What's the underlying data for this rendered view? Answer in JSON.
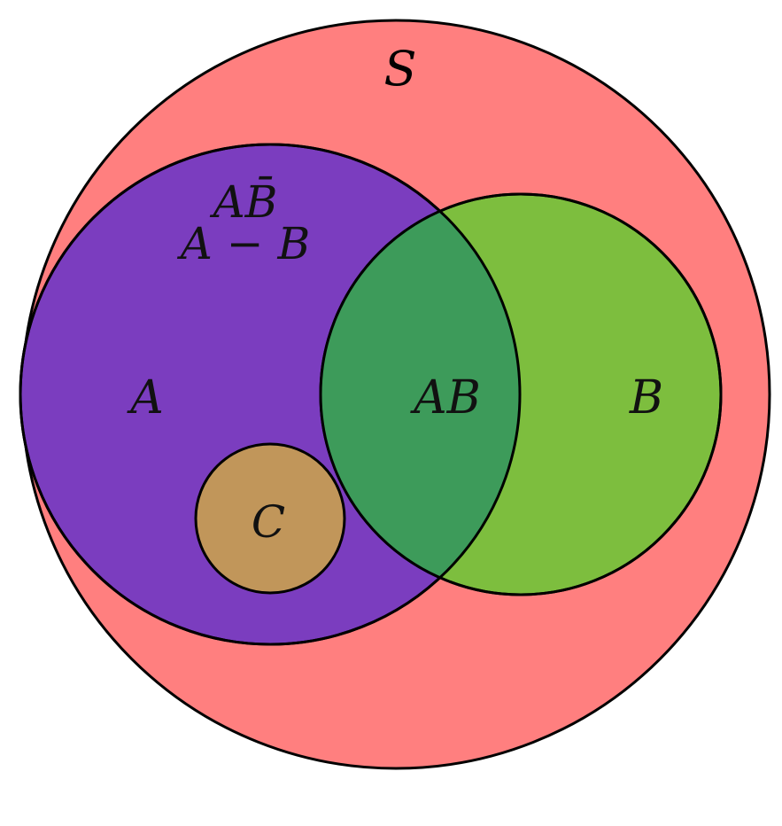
{
  "diagram": {
    "labels": {
      "universe": "S",
      "a_not_b": "AB̄",
      "a_minus_b": "A − B",
      "set_a": "A",
      "intersection_ab": "AB",
      "set_b": "B",
      "set_c": "C"
    },
    "colors": {
      "universe_fill": "#FF7F7F",
      "set_a_fill": "#7B3DBF",
      "set_b_fill": "#7DBE3E",
      "intersection_fill": "#3D9B5A",
      "set_c_fill": "#C1965A",
      "outline": "#000000"
    }
  }
}
